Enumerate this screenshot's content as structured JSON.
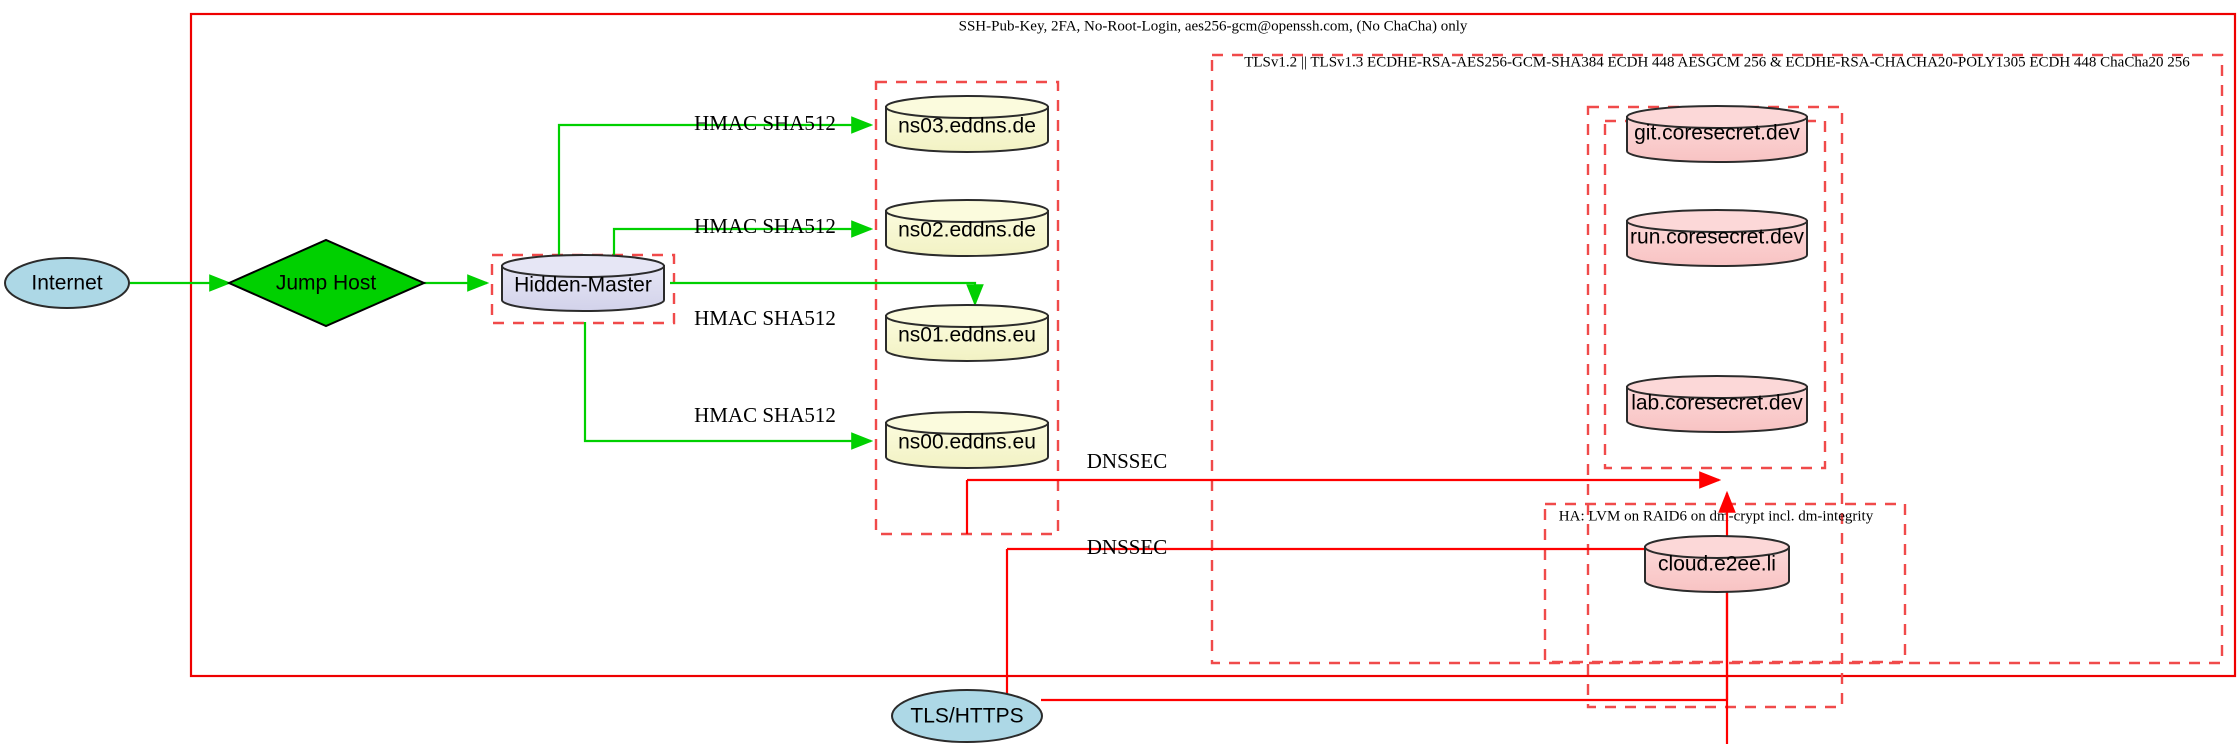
{
  "diagram": {
    "title_note": "SSH-Pub-Key, 2FA, No-Root-Login, aes256-gcm@openssh.com, (No ChaCha) only",
    "tls_note": "TLSv1.2 || TLSv1.3 ECDHE-RSA-AES256-GCM-SHA384 ECDH 448 AESGCM 256 & ECDHE-RSA-CHACHA20-POLY1305 ECDH 448 ChaCha20 256",
    "ha_note": "HA: LVM on RAID6 on dm-crypt incl. dm-integrity"
  },
  "nodes": {
    "internet": "Internet",
    "jump_host": "Jump Host",
    "hidden_master": "Hidden-Master",
    "ns03": "ns03.eddns.de",
    "ns02": "ns02.eddns.de",
    "ns01": "ns01.eddns.eu",
    "ns00": "ns00.eddns.eu",
    "git": "git.coresecret.dev",
    "run": "run.coresecret.dev",
    "lab": "lab.coresecret.dev",
    "cloud": "cloud.e2ee.li",
    "tls_https": "TLS/HTTPS"
  },
  "edge_labels": {
    "hmac_ns03": "HMAC SHA512",
    "hmac_ns02": "HMAC SHA512",
    "hmac_ns01": "HMAC SHA512",
    "hmac_ns00": "HMAC SHA512",
    "dnssec_upper": "DNSSEC",
    "dnssec_lower": "DNSSEC"
  },
  "colors": {
    "edge_green": "#00d000",
    "edge_red": "#ff0000",
    "cluster_dashed": "#f04a4a",
    "node_blue": "#add8e6",
    "node_green": "#00d000",
    "node_lavender": "#dcdcf0",
    "node_yellow": "#f8f8d0",
    "node_pink": "#fbcfcf"
  }
}
